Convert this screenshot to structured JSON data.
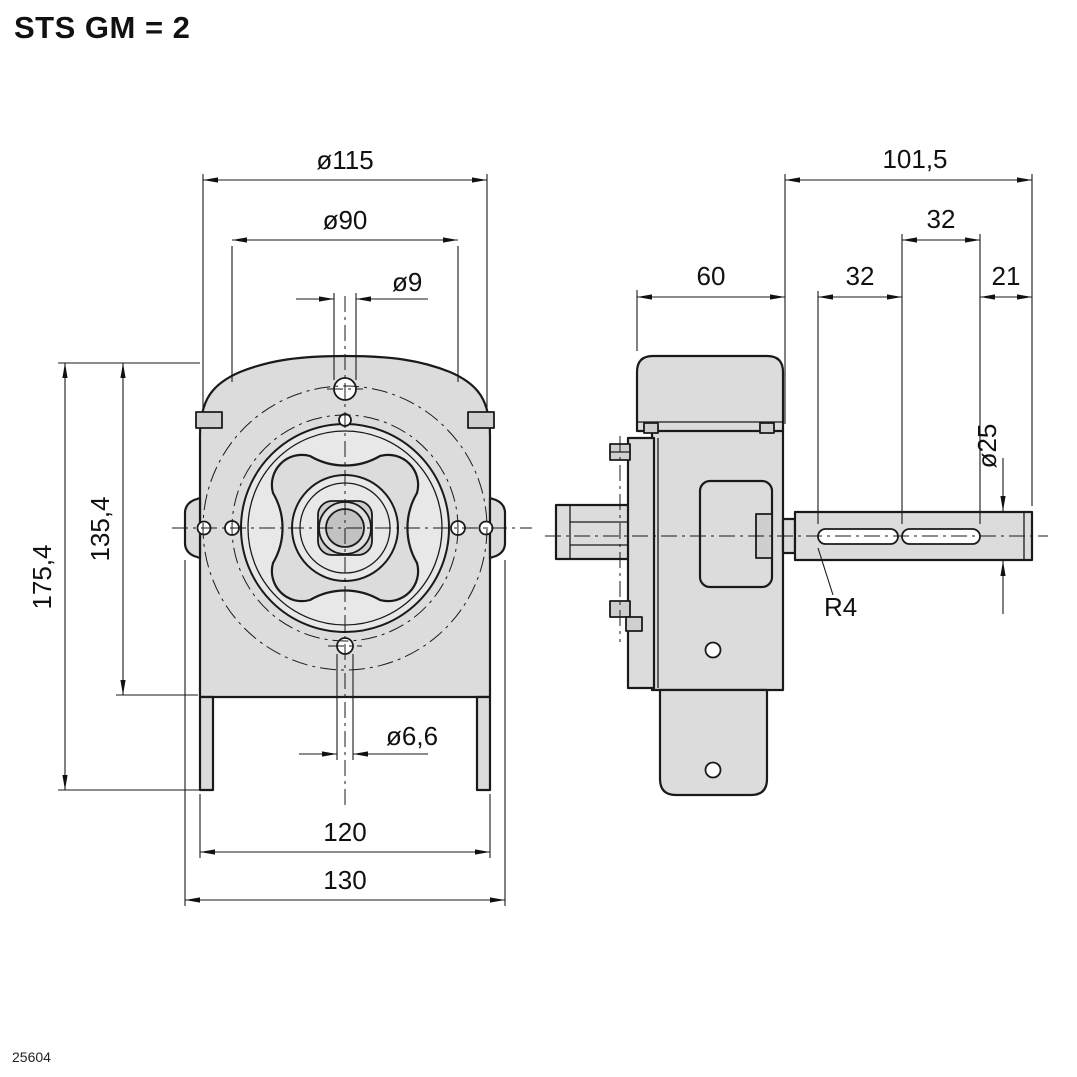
{
  "title": "STS GM = 2",
  "drawing_number": "25604",
  "colors": {
    "line": "#1a1a1a",
    "fill_light": "#dcdcdc",
    "fill_mid": "#cfcfcf",
    "background": "#ffffff"
  },
  "front_view": {
    "label": "front view of gearbox housing",
    "dimensions": {
      "outer_bolt_circle": "ø115",
      "bolt_circle": "ø90",
      "top_hole": "ø9",
      "overall_height": "175,4",
      "body_height": "135,4",
      "bottom_hole": "ø6,6",
      "leg_span": "120",
      "overall_width": "130"
    }
  },
  "side_view": {
    "label": "side view with output shaft",
    "dimensions": {
      "shaft_length": "101,5",
      "slot_outer": "32",
      "body_depth": "60",
      "slot_inner": "32",
      "shaft_end": "21",
      "shaft_diameter": "ø25",
      "slot_radius": "R4"
    }
  }
}
